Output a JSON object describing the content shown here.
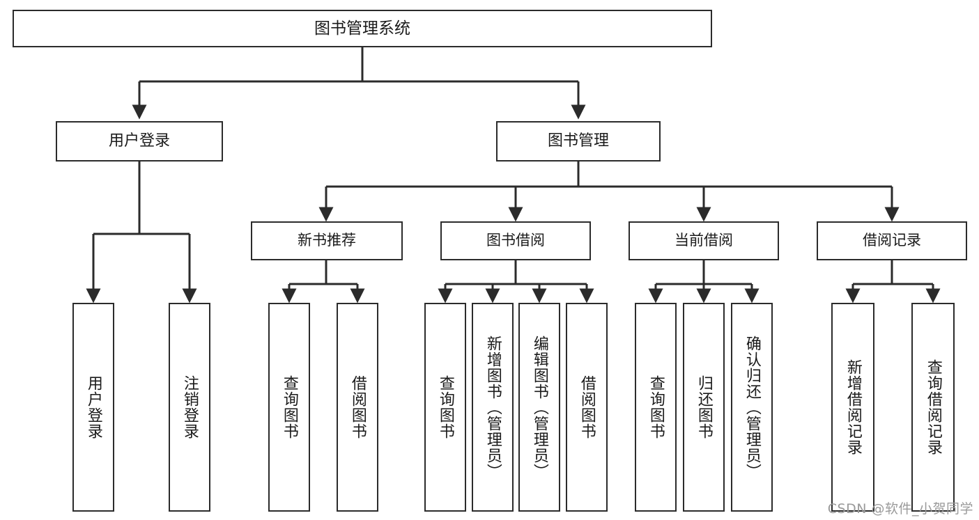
{
  "diagram": {
    "title": "图书管理系统",
    "type": "tree-hierarchy",
    "watermark": "CSDN @软件_小贺同学",
    "colors": {
      "stroke": "#2b2b2b",
      "box_fill": "#ffffff",
      "text": "#1a1a1a",
      "background": "#ffffff",
      "watermark": "#9a9a9a"
    },
    "nodes": {
      "root": {
        "label": "图书管理系统"
      },
      "level1": [
        {
          "label": "用户登录"
        },
        {
          "label": "图书管理"
        }
      ],
      "level2": [
        {
          "label": "新书推荐"
        },
        {
          "label": "图书借阅"
        },
        {
          "label": "当前借阅"
        },
        {
          "label": "借阅记录"
        }
      ],
      "leaves": {
        "user_login": [
          {
            "label": "用户登录"
          },
          {
            "label": "注销登录"
          }
        ],
        "new_book_recommend": [
          {
            "label": "查询图书"
          },
          {
            "label": "借阅图书"
          }
        ],
        "book_borrow": [
          {
            "label": "查询图书"
          },
          {
            "label": "新增图书（管理员）"
          },
          {
            "label": "编辑图书（管理员）"
          },
          {
            "label": "借阅图书"
          }
        ],
        "current_borrow": [
          {
            "label": "查询图书"
          },
          {
            "label": "归还图书"
          },
          {
            "label": "确认归还（管理员）"
          }
        ],
        "borrow_record": [
          {
            "label": "新增借阅记录"
          },
          {
            "label": "查询借阅记录"
          }
        ]
      }
    }
  }
}
